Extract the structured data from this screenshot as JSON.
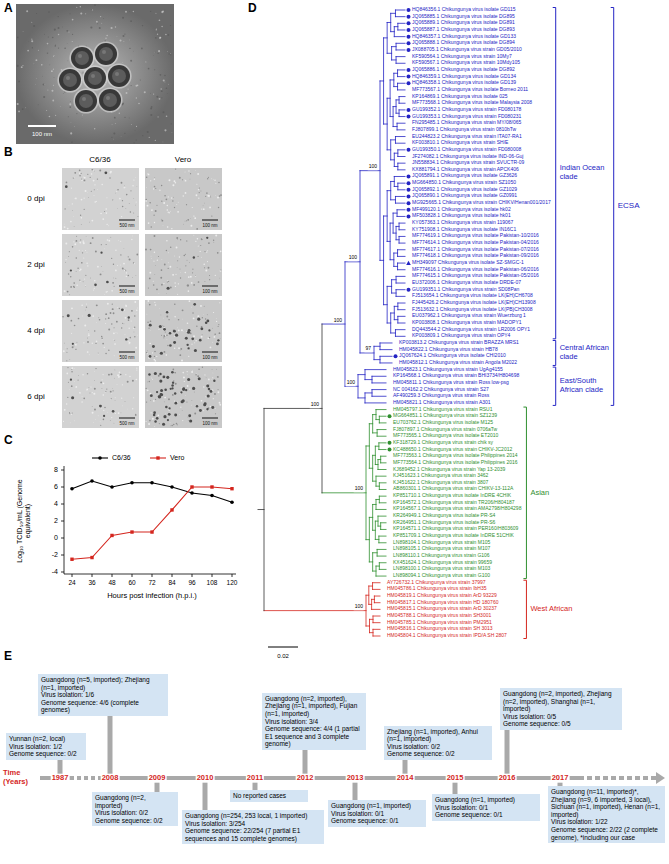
{
  "diagram": {
    "nodes": [
      {
        "text": [
          "Yunnan (n=2, local)",
          "Virus isolation: 1/2",
          "Genome sequence: 0/2"
        ]
      },
      {
        "text": [
          "Guangdong (n=5, imported); Zhejiang (n=1, imported)",
          "Virus isolation: 1/6",
          "Genome sequence: 4/6 (complete genomes)"
        ]
      },
      {
        "text": [
          "Guangdong (n=2, imported)",
          "Virus isolation: 0/2",
          "Genome sequence: 0/2"
        ]
      },
      {
        "text": [
          "Guangdong (n=254, 253 local, 1 imported)",
          "Virus isolation: 3/254",
          "Genome sequence: 22/254 (7 partial E1 sequences and 15 complete genomes)"
        ]
      },
      {
        "text": [
          "No reported cases"
        ]
      },
      {
        "text": [
          "Guangdong (n=2, imported), Zhejiang (n=1, imported), Fujian (n=1, imported)",
          "Virus isolation: 3/4",
          "Genome sequence: 4/4 (1 partial E1 sequence and 3 complete genome)"
        ]
      },
      {
        "text": [
          "Guangdong (n=1, imported)",
          "Virus isolation: 0/1",
          "Genome sequence: 0/1"
        ]
      },
      {
        "text": [
          "Zhejiang (n=1, imported), Anhui (n=1, imported)",
          "Virus isolation: 0/2",
          "Genome sequence: 0/2"
        ]
      },
      {
        "text": [
          "Guangdong (n=1, imported)",
          "Virus isolation: 0/1",
          "Genome sequence: 0/1"
        ]
      },
      {
        "text": [
          "Guangdong (n=2, imported), Zhejiang (n=2, imported), Shanghai (n=1, imported)",
          "Virus isolation: 0/5",
          "Genome sequence: 0/5"
        ]
      },
      {
        "text": [
          "Guangdong (n=11, imported)*, Zhejiang (n=9, 6 imported, 3 local), Sichuan (n=1, imported), Henan (n=1, imported)",
          "Virus isolation: 1/22",
          "Genome sequence: 2/22 (2 complete genome), *including our case"
        ]
      }
    ],
    "labels": [
      "A",
      "100 nm",
      "B",
      "C6/36",
      "Vero",
      "0 dpi",
      "2 dpi",
      "4 dpi",
      "6 dpi",
      "500 nm",
      "100 nm",
      "500 nm",
      "100 nm",
      "500 nm",
      "100 nm",
      "500 nm",
      "100 nm",
      "C",
      "Log₁₀ TCID₅₀/mL (Genome equivalent)",
      "8",
      "6",
      "4",
      "2",
      "0",
      "-2",
      "-4",
      "24",
      "36",
      "48",
      "60",
      "72",
      "84",
      "96",
      "108",
      "120",
      "Hours post infection (h.p.i.)",
      "D",
      "HQ846356.1 Chikungunya virus isolate GD115",
      "JQ065885.1 Chikungunya virus isolate DG895",
      "JQ065889.1 Chikungunya virus isolate DG891",
      "JQ065887.1 Chikungunya virus isolate DG893",
      "HQ846357.1 Chikungunya virus isolate GD133",
      "JQ065888.1 Chikungunya virus isolate DG894",
      "JX088705.1 Chikungunya virus strain GD05/2010",
      "KF590564.1 Chikungunya virus strain 10My7",
      "KF590567.1 Chikungunya virus strain 10Mdy105",
      "JQ065886.1 Chikungunya virus isolate DG892",
      "HQ846359.1 Chikungunya virus isolate GD134",
      "HQ846358.1 Chikungunya virus isolate GD139",
      "MF773567.1 Chikungunya virus isolate Borneo 2011",
      "KP164869.1 Chikungunya virus isolate 025",
      "MF773568.1 Chikungunya virus isolate Malaysia 2008",
      "GU199352.1 Chikungunya virus strain FD080178",
      "GU199353.1 Chikungunya virus strain FD080231",
      "FN295485.1 Chikungunya virus strain MY/08/065",
      "FJ807899.1 Chikungunya virus strain 0810bTw",
      "EU244823.2 Chikungunya virus strain ITA07-RA1",
      "KF003810.1 Chikungunya virus strain SH/E",
      "GU199350.1 Chikungunya virus strain FD080008",
      "JF274082.1 Chikungunya virus isolate IND-06-Guj",
      "JN558834.1 Chikungunya virus strain SVUCTR-09",
      "KX881794.1 Chikungunya virus strain APCK406",
      "JQ065891.1 Chikungunya virus isolate GZ3626",
      "MG664850.1 Chikungunya virus strain SZ1050",
      "JQ065892.1 Chikungunya virus isolate GZ1029",
      "JQ065890.1 Chikungunya virus isolate GZ0991",
      "MG925665.1 Chikungunya virus strain CHIKV/Henan001/2017",
      "MF499120.1 Chikungunya virus isolate hk02",
      "MF503828.1 Chikungunya virus isolate hk01",
      "KY057363.1 Chikungunya virus strain 119067",
      "KY751908.1 Chikungunya virus isolate IN16C1",
      "MF774619.1 Chikungunya virus isolate Pakistan-10/2016",
      "MF774614.1 Chikungunya virus isolate Pakistan-04/2016",
      "MF774617.1 Chikungunya virus isolate Pakistan-07/2016",
      "MF774618.1 Chikungunya virus isolate Pakistan-09/2016",
      "MH349097 Chikungunya virus isolate SZ-SMGC-1",
      "MF774616.1 Chikungunya virus isolate Pakistan-06/2016",
      "MF774615.1 Chikungunya virus isolate Pakistan-05/2016",
      "EU372006.1 Chikungunya virus isolate DRDE-07",
      "GU199351.1 Chikungunya virus strain SD08Pan",
      "FJ513654.1 Chikungunya virus isolate LK(EH)CH6708",
      "FJ445426.2 Chikungunya virus isolate LK(EH)CH13908",
      "FJ513632.1 Chikungunya virus isolate LK(PB)CH3008",
      "EU037962.1 Chikungunya virus strain Wuerzburg 1",
      "KP003808.1 Chikungunya virus strain MADOPY1",
      "DQ443544.2 Chikungunya virus strain LR2006 OPY1",
      "KP003809.1 Chikungunya virus strain OPY4",
      "KP003813.2 Chikungunya virus strain BRAZZA MRS1",
      "HM045822.1 Chikungunya virus strain HB78",
      "JQ067624.1 Chikungunya virus isolate CHI2010",
      "HM045812.1 Chikungunya virus strain Angola M2022",
      "HM045823.1 Chikungunya virus strain UgAg4155",
      "KP164568.1 Chikungunya virus strain BHI3734/H804698",
      "HM045811.1 Chikungunya virus strain Ross low-psg",
      "NC 004162.2 Chikungunya virus strain S27",
      "AF490259.3 Chikungunya virus strain Ross",
      "HM045821.1 Chikungunya virus strain A301",
      "HM045797.1 Chikungunya virus strain RSU1",
      "MG664851.1 Chikungunya virus strain SZ1239",
      "EU703762.1 Chikungunya virus isolate M125",
      "FJ807897.1 Chikungunya virus strain 0706aTw",
      "MF773565.1 Chikungunya virus isolate ET2010",
      "KF318729.1 Chikungunya virus strain chik sy",
      "KC488650.1 Chikungunya virus strain CHIKV-JC2012",
      "MF773563.1 Chikungunya virus isolate Philippines 2014",
      "MF773564.1 Chikungunya virus isolate Philippines 2016",
      "KJ689452.1 Chikungunya virus strain Yap 13-2039",
      "KJ451623.1 Chikungunya virus strain 3462",
      "KJ451622.1 Chikungunya virus strain 3807",
      "AB860301.1 Chikungunya virus strain CHIKV-13-112A",
      "KP851710.1 Chikungunya virus isolate InDRE 4CHIK",
      "KP164572.1 Chikungunya virus strain TR206/H804187",
      "KP164567.1 Chikungunya virus strain AMA2798/H804298",
      "KR264949.1 Chikungunya virus isolate PR-S4",
      "KR264951.1 Chikungunya virus isolate PR-S6",
      "KP164571.1 Chikungunya virus strain PER160/H803609",
      "KP851709.1 Chikungunya virus isolate InDRE 51CHIK",
      "LN898104.1 Chikungunya virus strain M105",
      "LN898105.1 Chikungunya virus strain M107",
      "LN898110.1 Chikungunya virus strain G106",
      "KX451624.1 Chikungunya virus strain 99659",
      "LN898100.1 Chikungunya virus strain M103",
      "LN898094.1 Chikungunya virus strain G100",
      "AY726732.1 Chikungunya virus strain 37997",
      "HM045786.1 Chikungunya virus strain IbH35",
      "HM045819.1 Chikungunya virus strain ArD 93229",
      "HM045817.1 Chikungunya virus strain HD 180760",
      "HM045815.1 Chikungunya virus strain ArD 30237",
      "HM045788.1 Chikungunya virus strain SH3001",
      "HM045785.1 Chikungunya virus strain PM2951",
      "HM045816.1 Chikungunya virus strain SH 3013",
      "HM045804.1 Chikungunya virus strain IPD/A SH 2807",
      "Indian Ocean clade",
      "ECSA",
      "Central African clade",
      "East/South African clade",
      "Asian",
      "West African",
      "100",
      "97",
      "100",
      "100",
      "100",
      "100",
      "100",
      "100",
      "0.02",
      "E",
      "1987",
      "2008",
      "2009",
      "2010",
      "2011",
      "2012",
      "2013",
      "2014",
      "2015",
      "2016",
      "2017",
      "Time (Years)"
    ],
    "legend": [
      {
        "text": "C6/36"
      },
      {
        "text": "Vero"
      }
    ]
  }
}
